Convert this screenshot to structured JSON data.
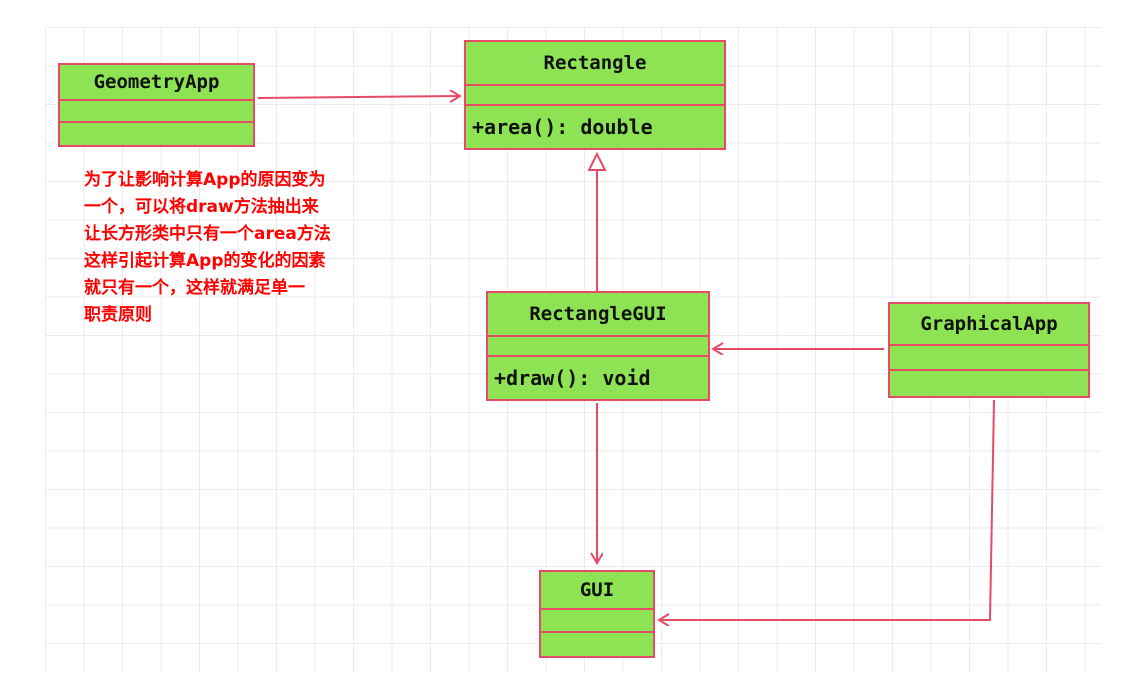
{
  "diagram": {
    "classes": [
      {
        "name": "GeometryApp",
        "compartments": [
          "",
          ""
        ]
      },
      {
        "name": "Rectangle",
        "compartments": [
          "",
          "+area(): double"
        ]
      },
      {
        "name": "RectangleGUI",
        "compartments": [
          "",
          "+draw(): void"
        ]
      },
      {
        "name": "GraphicalApp",
        "compartments": [
          "",
          ""
        ]
      },
      {
        "name": "GUI",
        "compartments": [
          "",
          ""
        ]
      }
    ],
    "relations": [
      {
        "from": "GeometryApp",
        "to": "Rectangle",
        "type": "association-arrow"
      },
      {
        "from": "RectangleGUI",
        "to": "Rectangle",
        "type": "generalization"
      },
      {
        "from": "GraphicalApp",
        "to": "RectangleGUI",
        "type": "association-arrow"
      },
      {
        "from": "RectangleGUI",
        "to": "GUI",
        "type": "association-arrow"
      },
      {
        "from": "GraphicalApp",
        "to": "GUI",
        "type": "association-arrow"
      }
    ],
    "annotation": {
      "lines": [
        "为了让影响计算App的原因变为",
        "一个，可以将draw方法抽出来",
        "让长方形类中只有一个area方法",
        "这样引起计算App的变化的因素",
        "就只有一个，这样就满足单一",
        "职责原则"
      ]
    },
    "colors": {
      "class_fill": "#8ee354",
      "class_border": "#e64b66",
      "arrow": "#e64b66",
      "annotation_text": "#fe0000",
      "grid_line": "#ebebeb",
      "canvas_bg": "#ffffff"
    }
  }
}
